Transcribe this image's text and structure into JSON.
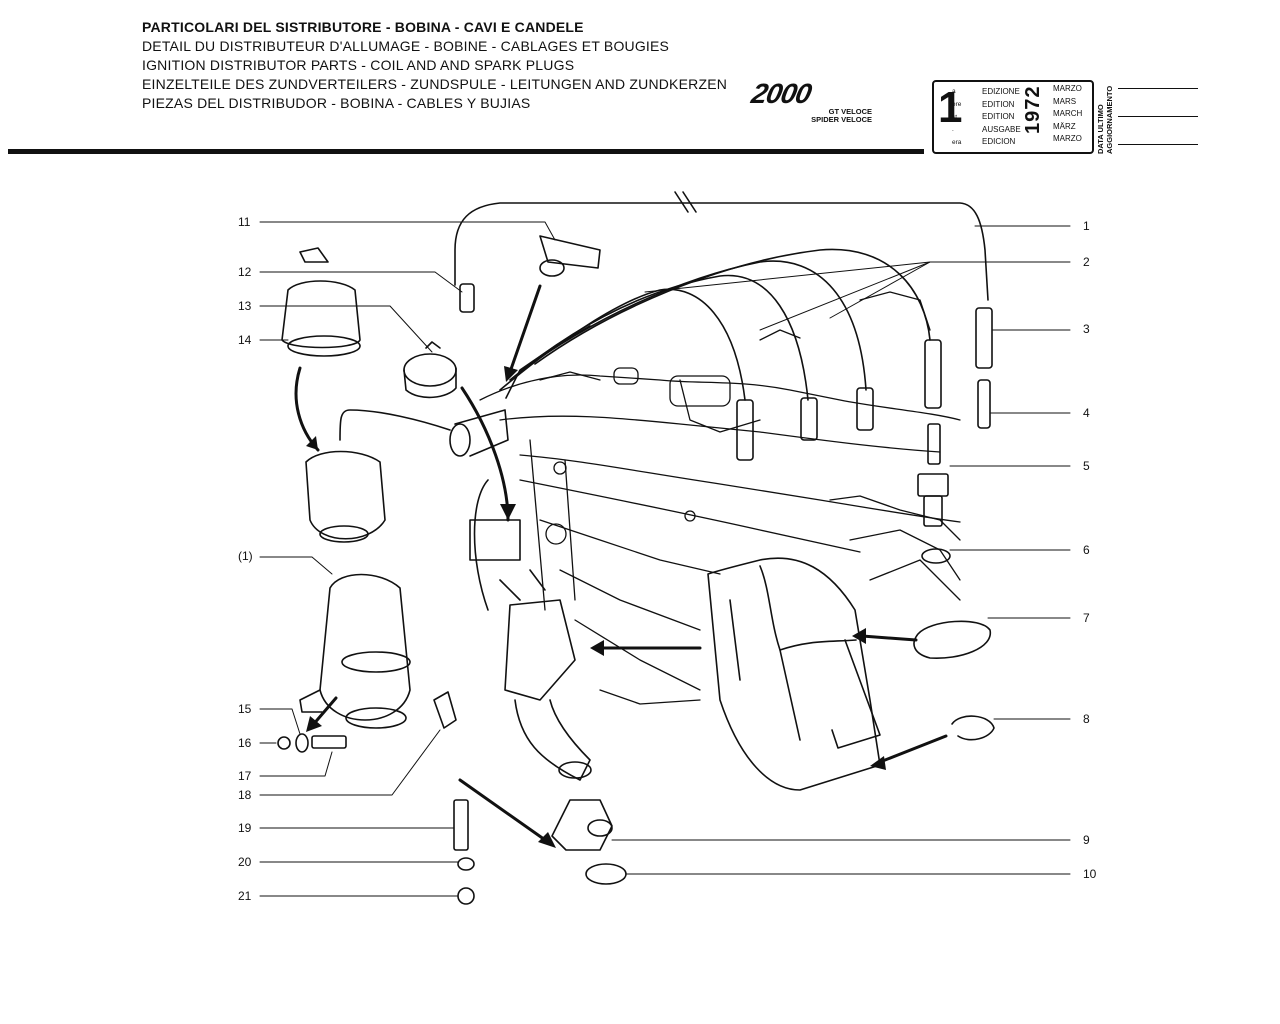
{
  "header": {
    "titles": [
      "PARTICOLARI DEL SISTRIBUTORE - BOBINA - CAVI E CANDELE",
      "DETAIL DU DISTRIBUTEUR D'ALLUMAGE - BOBINE - CABLAGES ET BOUGIES",
      "IGNITION DISTRIBUTOR PARTS - COIL AND AND SPARK PLUGS",
      "EINZELTEILE DES ZUNDVERTEILERS - ZUNDSPULE - LEITUNGEN AND ZUNDKERZEN",
      "PIEZAS DEL DISTRIBUDOR - BOBINA - CABLES Y BUJIAS"
    ],
    "logo": {
      "text": "2000",
      "sub1": "GT VELOCE",
      "sub2": "SPIDER VELOCE"
    },
    "edition": {
      "number": "1",
      "superscripts": [
        "a",
        "ere",
        "st",
        ".",
        "era"
      ],
      "labels": [
        "EDIZIONE",
        "EDITION",
        "EDITION",
        "AUSGABE",
        "EDICION"
      ],
      "months": [
        "MARZO",
        "MARS",
        "MARCH",
        "MÄRZ",
        "MARZO"
      ],
      "year": "1972"
    },
    "update_label": [
      "DATA ULTIMO",
      "AGGIORNAMENTO"
    ]
  },
  "labels": {
    "left": [
      "11",
      "12",
      "13",
      "14",
      "(1)",
      "15",
      "16",
      "17",
      "18",
      "19",
      "20",
      "21"
    ],
    "right": [
      "1",
      "2",
      "3",
      "4",
      "5",
      "6",
      "7",
      "8",
      "9",
      "10"
    ]
  }
}
